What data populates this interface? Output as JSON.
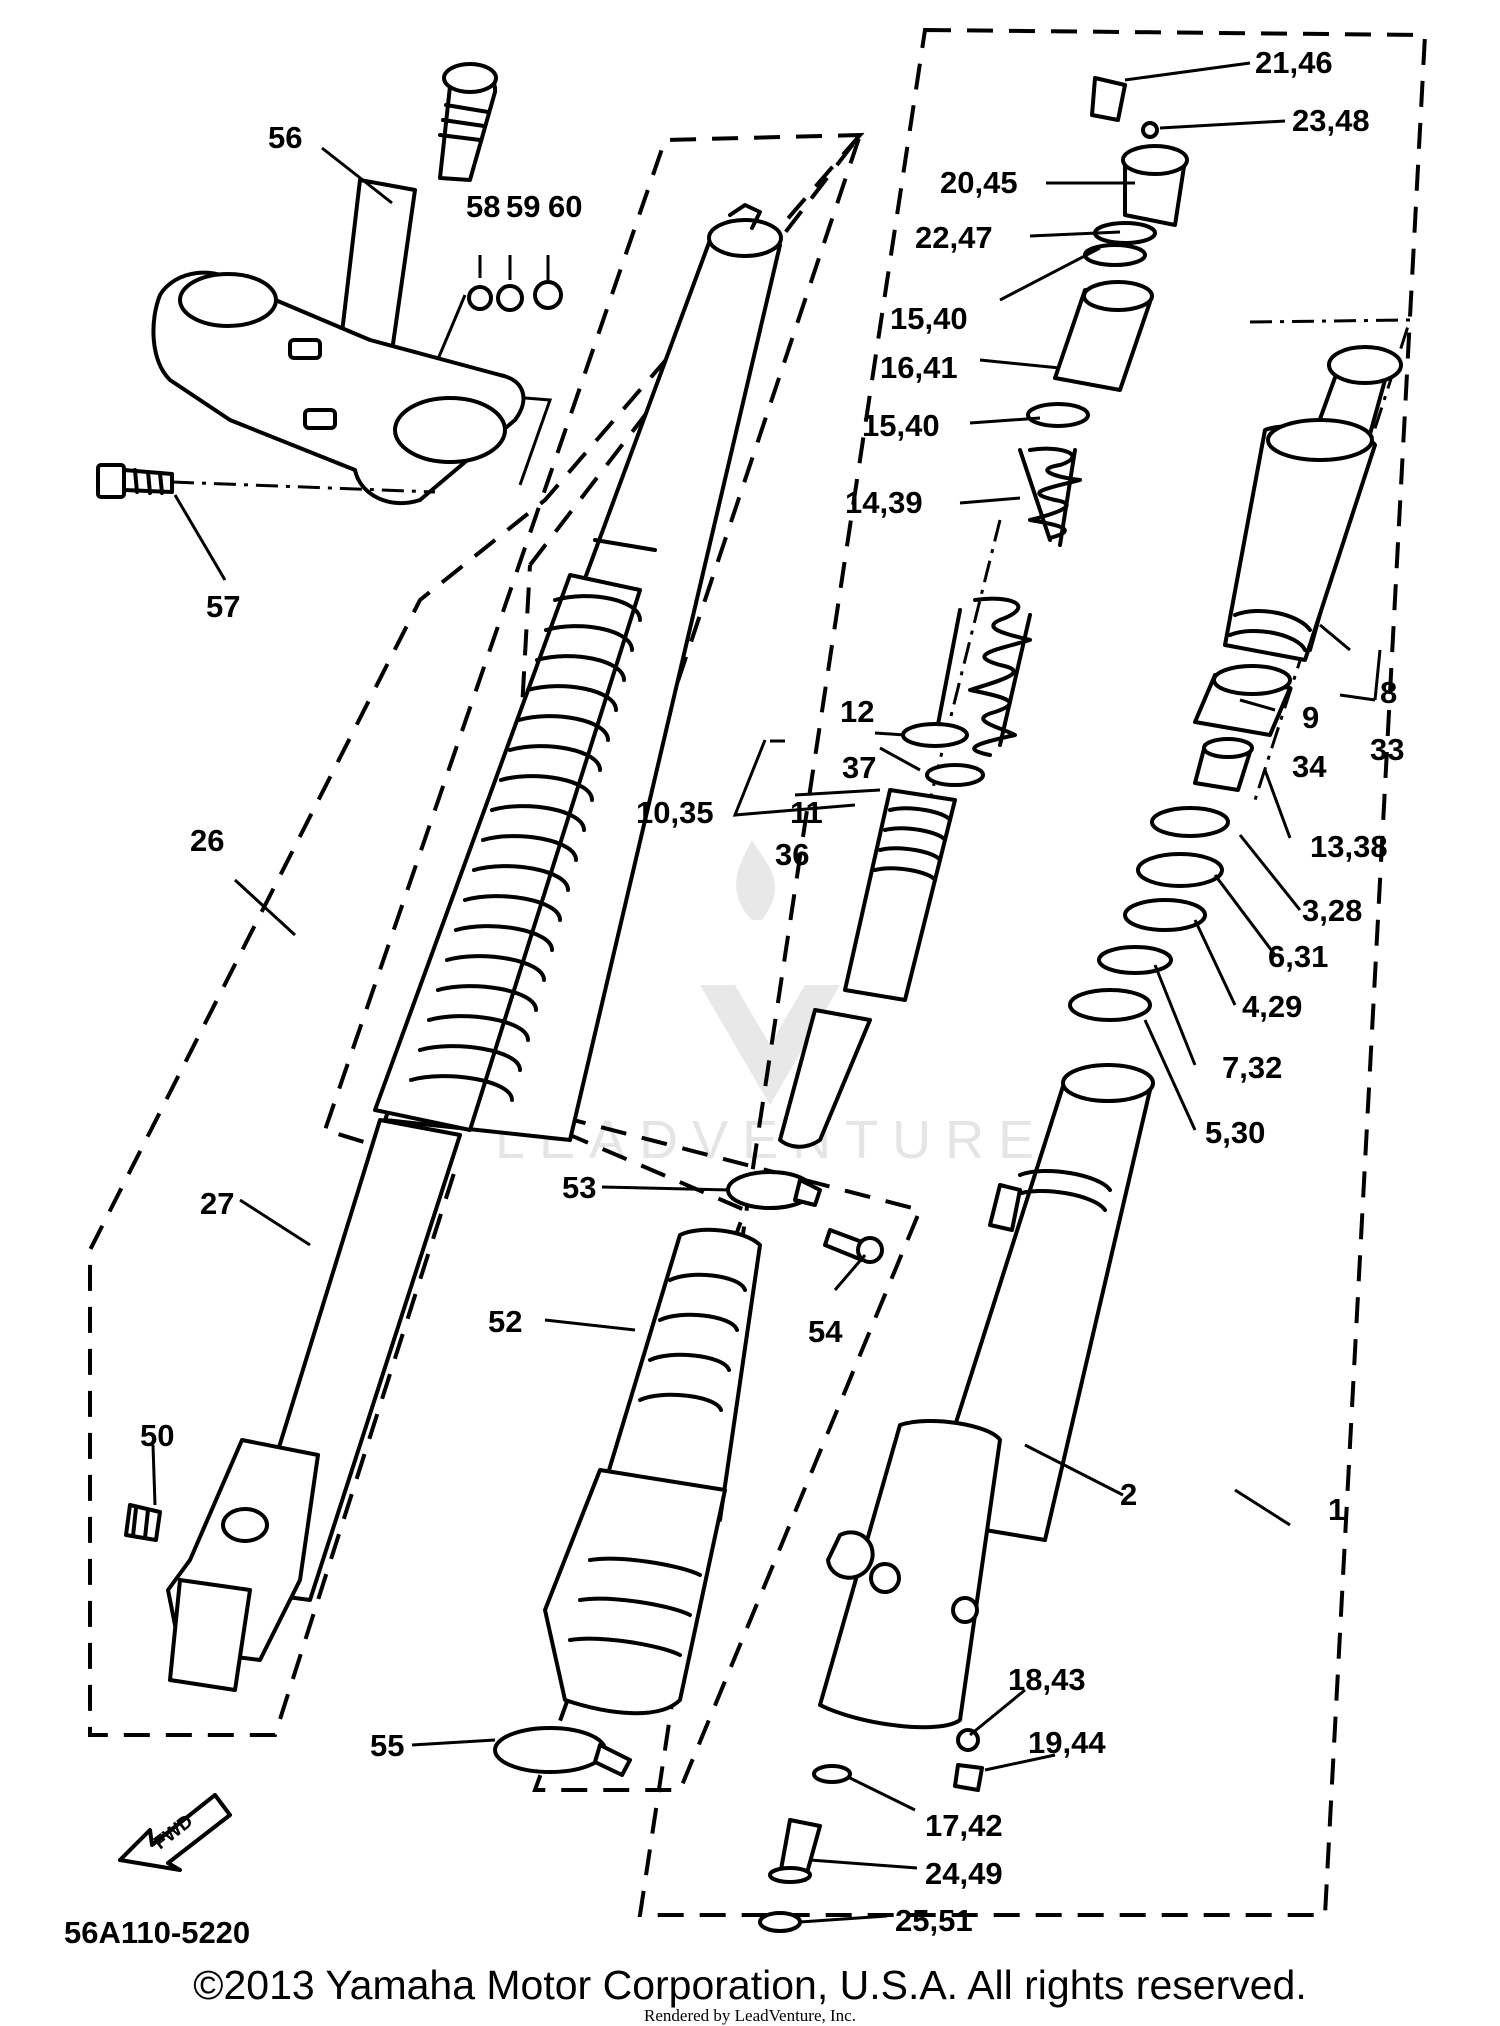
{
  "diagram": {
    "part_numbers": {
      "p1": "1",
      "p2": "2",
      "p3_28": "3,28",
      "p4_29": "4,29",
      "p5_30": "5,30",
      "p6_31": "6,31",
      "p7_32": "7,32",
      "p8": "8",
      "p33": "33",
      "p9": "9",
      "p34": "34",
      "p10_35": "10,35",
      "p11": "11",
      "p36": "36",
      "p12": "12",
      "p37": "37",
      "p13_38": "13,38",
      "p14_39": "14,39",
      "p15_40_a": "15,40",
      "p15_40_b": "15,40",
      "p16_41": "16,41",
      "p17_42": "17,42",
      "p18_43": "18,43",
      "p19_44": "19,44",
      "p20_45": "20,45",
      "p21_46": "21,46",
      "p22_47": "22,47",
      "p23_48": "23,48",
      "p24_49": "24,49",
      "p25_51": "25,51",
      "p26": "26",
      "p27": "27",
      "p50": "50",
      "p52": "52",
      "p53": "53",
      "p54": "54",
      "p55": "55",
      "p56": "56",
      "p57": "57",
      "p58": "58",
      "p59": "59",
      "p60": "60"
    },
    "fwd_label": "FWD",
    "diagram_code": "56A110-5220",
    "watermark": "LEADVENTURE"
  },
  "footer": {
    "copyright": "©2013 Yamaha Motor Corporation, U.S.A. All rights reserved.",
    "rendered_by": "Rendered by LeadVenture, Inc."
  }
}
